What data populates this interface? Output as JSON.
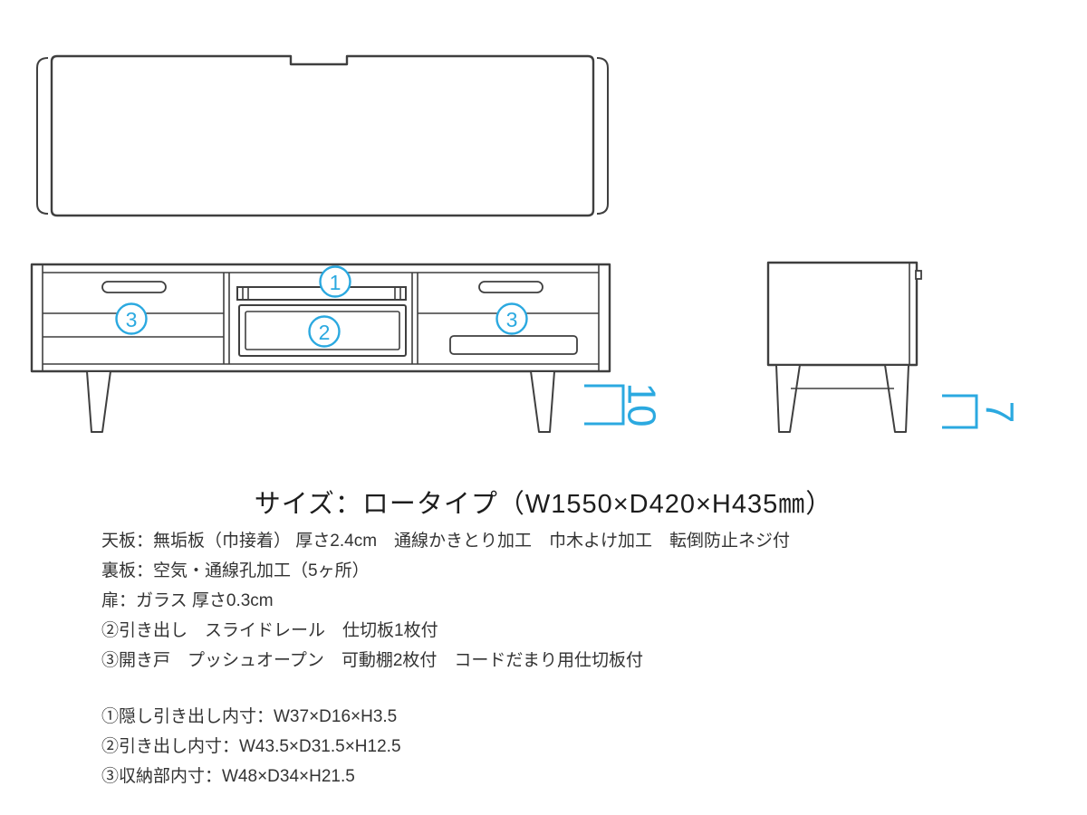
{
  "title": "サイズ：ロータイプ（W1550×D420×H435㎜）",
  "drawing": {
    "callout_1": "1",
    "callout_2": "2",
    "callout_3": "3",
    "dim_front_label": "10",
    "dim_side_label": "7"
  },
  "specs": [
    "天板：無垢板（巾接着） 厚さ2.4cm　通線かきとり加工　巾木よけ加工　転倒防止ネジ付",
    "裏板：空気・通線孔加工（5ヶ所）",
    "扉：ガラス 厚さ0.3cm",
    "②引き出し　スライドレール　仕切板1枚付",
    "③開き戸　プッシュオープン　可動棚2枚付　コードだまり用仕切板付"
  ],
  "inner_dims": [
    "①隠し引き出し内寸：W37×D16×H3.5",
    "②引き出し内寸：W43.5×D31.5×H12.5",
    "③収納部内寸：W48×D34×H21.5"
  ],
  "colors": {
    "accent": "#2ba9e0",
    "line": "#3f3f3f",
    "text": "#333333"
  }
}
